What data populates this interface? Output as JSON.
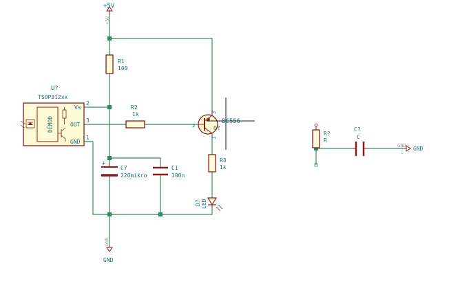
{
  "power": {
    "top_label": "+5V",
    "top_ref": "+5V",
    "gnd_label": "GND",
    "gnd_ref": "GND"
  },
  "u1": {
    "ref": "U?",
    "value": "TSOP312xx",
    "body_text": "DEMOD",
    "pin_vs": "Vs",
    "pin_out": "OUT",
    "pin_gnd": "GND",
    "pin_num_vs": "2",
    "pin_num_out": "3",
    "pin_num_gnd": "1"
  },
  "r1": {
    "ref": "R1",
    "value": "100"
  },
  "r2": {
    "ref": "R2",
    "value": "1k"
  },
  "r3": {
    "ref": "R3",
    "value": "1k"
  },
  "c7": {
    "ref": "C7",
    "value": "220mikro",
    "polarity": "+"
  },
  "c1": {
    "ref": "C1",
    "value": "100n"
  },
  "q1": {
    "ref": "Q?",
    "value": "BC556",
    "pin_e": "3",
    "pin_b": "2",
    "pin_c": "1"
  },
  "d1": {
    "ref": "D?",
    "value": "LED"
  },
  "r_extra": {
    "ref": "R?",
    "value": "R"
  },
  "c_extra": {
    "ref": "C?",
    "value": "C"
  },
  "gnd_right": {
    "label": "GND",
    "ref": "GND",
    "pin": "1"
  }
}
